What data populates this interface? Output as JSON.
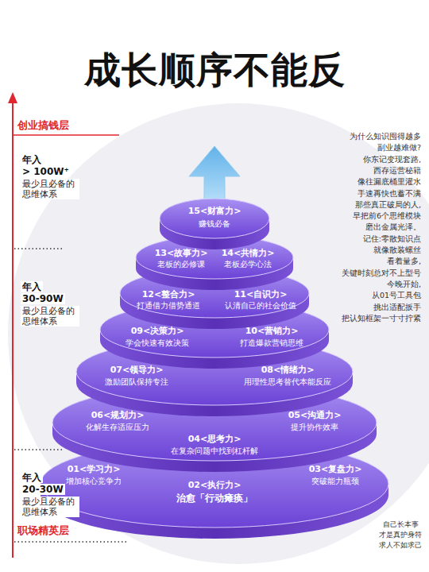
{
  "diagram": {
    "title": "成长顺序不能反",
    "nodes": [
      {
        "text": [
          "15<财富力>",
          "赚钱必备"
        ]
      },
      {
        "text": [
          "13<故事力>",
          "老板的必修课",
          "14<共情力>",
          "老板必学心法"
        ]
      },
      {
        "text": [
          "12<整合力>",
          "打通借力借势通道",
          "11<自识力>",
          "认清自己的社会价值"
        ]
      },
      {
        "text": [
          "09<决策力>",
          "学会快速有效决策",
          "10<营销力>",
          "打造爆款营销思维"
        ]
      },
      {
        "text": [
          "07<领导力>",
          "激励团队保持专注",
          "08<情绪力>",
          "用理性思考替代本能反应"
        ]
      },
      {
        "text": [
          "06<规划力>",
          "化解生存适应压力",
          "04<思考力>",
          "在复杂问题中找到杠杆解",
          "05<沟通力>",
          "提升协作效率"
        ]
      },
      {
        "text": [
          "01<学习力>",
          "增加核心竞争力",
          "02<执行力>",
          "治愈「行动瘫痪」",
          "03<复盘力>",
          "突破能力瓶颈"
        ]
      }
    ],
    "edges": [],
    "labels": [
      "创业搞钱层",
      "年入",
      "> 100W⁺",
      "最少且必备的思维体系",
      "年入",
      "30-90W",
      "最少且必备的思维体系",
      "年入",
      "20-30W",
      "最少且必备的思维体系",
      "职场精英层",
      "为什么知识囤得越多",
      "副业越难做?",
      "你东记变现套路,",
      "西存运营秘籍",
      "像往漏底桶里灌水",
      "手速再快也蓄不满",
      "那些真正破局的人,",
      "早把前6个思维模块",
      "磨出金属光泽。",
      "记住:零散知识点",
      "就像散装螺丝",
      "看着量多,",
      "关键时刻总对不上型号",
      "今晚开始,",
      "从01号工具包",
      "挑出适配扳手",
      "把认知框架一寸寸拧紧",
      "自己长本事",
      "才是真护身符",
      "求人不如求己"
    ]
  }
}
